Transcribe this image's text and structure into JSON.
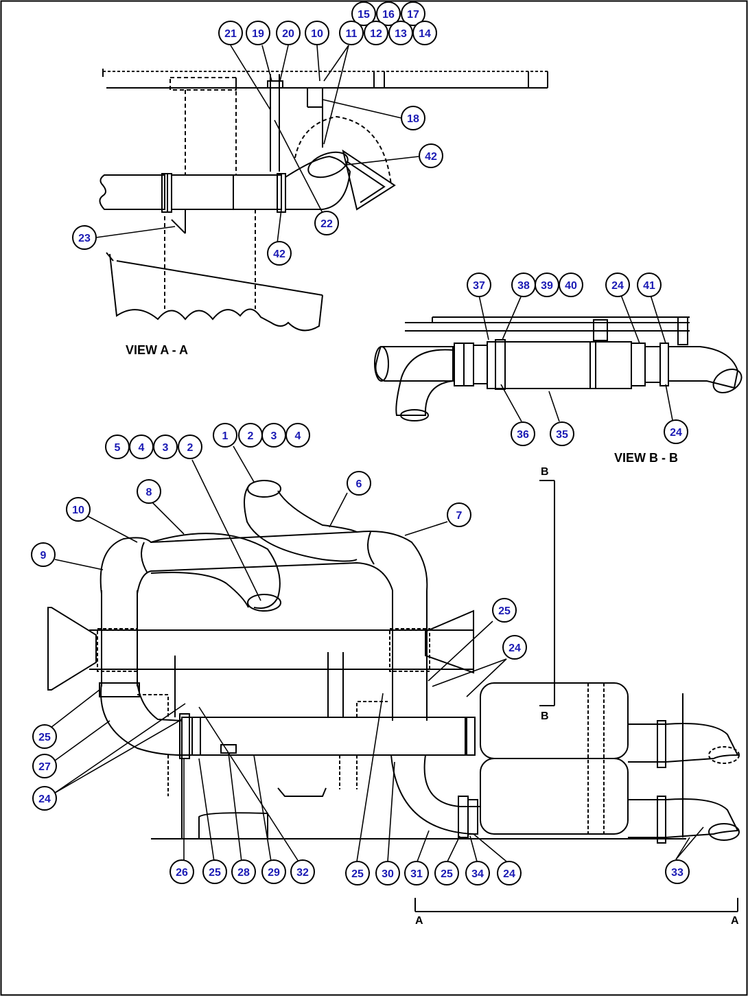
{
  "colors": {
    "line": "#000000",
    "callout_text": "#1a1ab4",
    "callout_fill": "#ffffff",
    "background": "#ffffff"
  },
  "view_labels": {
    "view_aa": "VIEW A - A",
    "view_bb": "VIEW B - B",
    "section_a_left": "A",
    "section_a_right": "A",
    "section_b_top": "B",
    "section_b_bottom": "B"
  },
  "callouts": {
    "aa": [
      "15",
      "16",
      "17",
      "21",
      "19",
      "20",
      "10",
      "11",
      "12",
      "13",
      "14",
      "18",
      "42",
      "22",
      "23",
      "42"
    ],
    "bb": [
      "37",
      "38",
      "39",
      "40",
      "24",
      "41",
      "36",
      "35",
      "24"
    ],
    "main_top": [
      "1",
      "2",
      "3",
      "4",
      "5",
      "4",
      "3",
      "2",
      "8",
      "6",
      "7",
      "10",
      "9"
    ],
    "main_right": [
      "25",
      "24"
    ],
    "main_left": [
      "25",
      "27",
      "24"
    ],
    "main_bottom": [
      "26",
      "25",
      "28",
      "29",
      "32",
      "25",
      "30",
      "31",
      "25",
      "34",
      "24",
      "33"
    ]
  }
}
